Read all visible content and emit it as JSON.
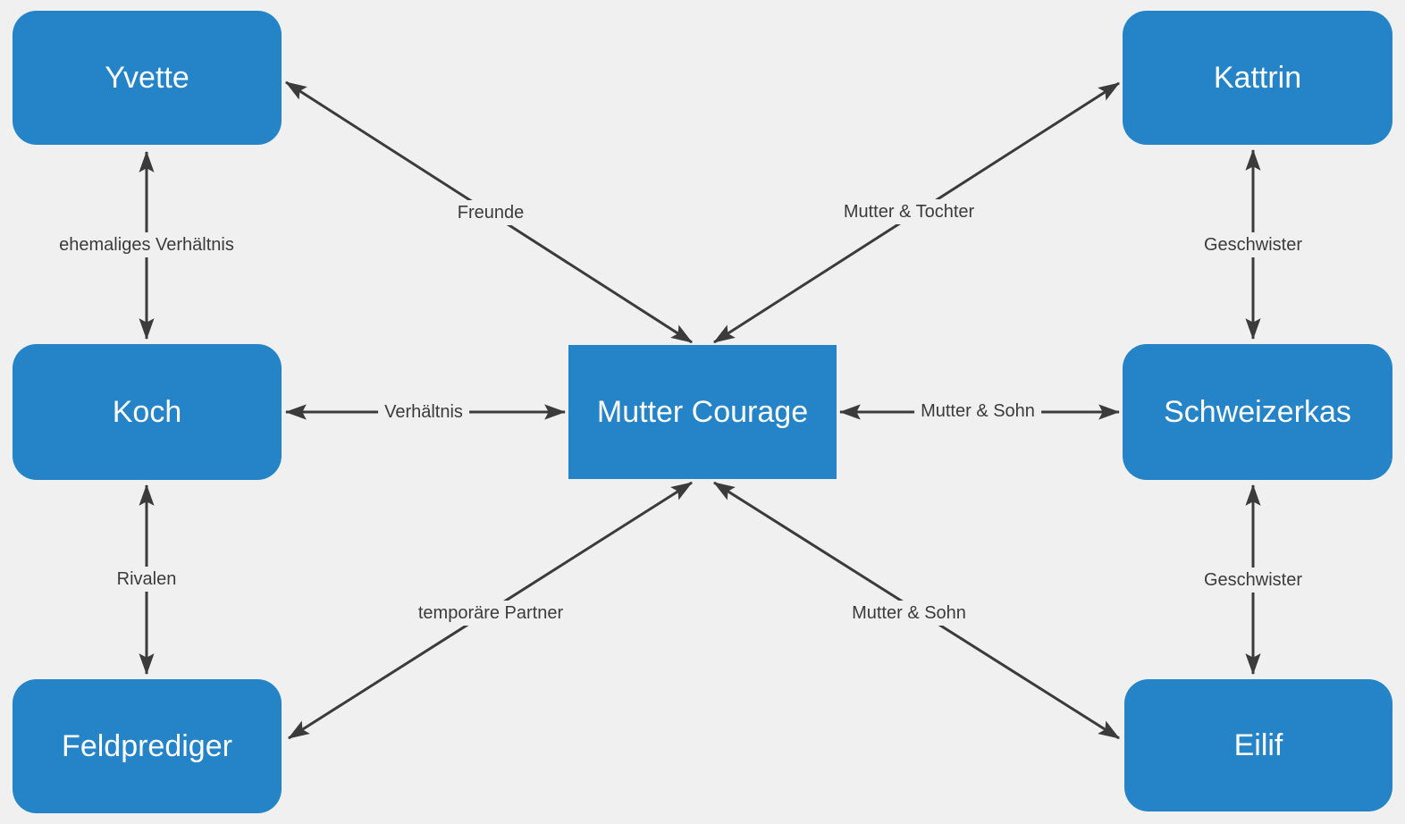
{
  "diagram": {
    "background_color": "#f0f0f0",
    "node_fill_color": "#2484c7",
    "node_text_color": "#ffffff",
    "edge_color": "#3b3b3b",
    "nodes": [
      {
        "id": "yvette",
        "label": "Yvette"
      },
      {
        "id": "kattrin",
        "label": "Kattrin"
      },
      {
        "id": "koch",
        "label": "Koch"
      },
      {
        "id": "mutter-courage",
        "label": "Mutter Courage"
      },
      {
        "id": "schweizerkas",
        "label": "Schweizerkas"
      },
      {
        "id": "feldprediger",
        "label": "Feldprediger"
      },
      {
        "id": "eilif",
        "label": "Eilif"
      }
    ],
    "edges": [
      {
        "from": "Yvette",
        "to": "Koch",
        "label": "ehemaliges Verhältnis",
        "arrows": "both"
      },
      {
        "from": "Koch",
        "to": "Feldprediger",
        "label": "Rivalen",
        "arrows": "both"
      },
      {
        "from": "Kattrin",
        "to": "Schweizerkas",
        "label": "Geschwister",
        "arrows": "both"
      },
      {
        "from": "Schweizerkas",
        "to": "Eilif",
        "label": "Geschwister",
        "arrows": "both"
      },
      {
        "from": "Yvette",
        "to": "Mutter Courage",
        "label": "Freunde",
        "arrows": "both"
      },
      {
        "from": "Kattrin",
        "to": "Mutter Courage",
        "label": "Mutter & Tochter",
        "arrows": "both"
      },
      {
        "from": "Koch",
        "to": "Mutter Courage",
        "label": "Verhältnis",
        "arrows": "both"
      },
      {
        "from": "Schweizerkas",
        "to": "Mutter Courage",
        "label": "Mutter & Sohn",
        "arrows": "both"
      },
      {
        "from": "Feldprediger",
        "to": "Mutter Courage",
        "label": "temporäre Partner",
        "arrows": "both"
      },
      {
        "from": "Eilif",
        "to": "Mutter Courage",
        "label": "Mutter & Sohn",
        "arrows": "both"
      }
    ]
  }
}
